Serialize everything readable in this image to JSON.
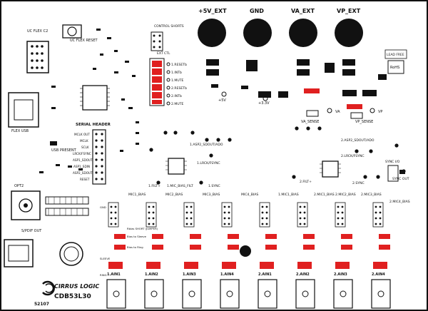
{
  "power": {
    "labels": [
      "+5V_EXT",
      "GND",
      "VA_EXT",
      "VP_EXT"
    ]
  },
  "left_labels": {
    "uc_flex": "UC FLEX C2",
    "uc_flex_reset": "UC FLEX RESET",
    "flex_usb": "FLEX USB",
    "usb_present": "USB PRESENT",
    "opt2": "OPT2",
    "spdif_out": "S/PDIF OUT",
    "serial_header": "SERIAL HEADER",
    "control_shorts": "CONTROL SHORTS",
    "ext_ctl": "EXT CTL"
  },
  "serial_header_pins": [
    "MCLK OUT",
    "MCLK",
    "SCLK",
    "LRCK/FSYNC",
    "ASP1_SDOUT",
    "ASP1_SDIN",
    "ASP2_SDOUT",
    "RESET"
  ],
  "test_points": [
    "1.RESETb",
    "1.INTb",
    "1.MUTE",
    "2.RESETb",
    "2.INTb",
    "2.MUTE"
  ],
  "mid_labels": {
    "lead_free": "LEAD FREE",
    "rohs": "RoHS",
    "va_sense": "VA_SENSE",
    "vp_sense": "VP_SENSE",
    "plus_5v": "+5V",
    "plus_3v3": "+3.3V",
    "vp": "VP",
    "va": "VA",
    "lrck_fsync_1": "1.LRCK/FSYNC",
    "lrck_fsync_2": "2.LRCK/FSYNC",
    "asp2_sdout_1": "1.ASP2_SDOUT/ADO",
    "asp2_sdout_2": "2.ASP2_SDOUT/ADO",
    "sync_io": "SYNC I/O",
    "sync_out": "SYNC OUT",
    "filt_1": "1.FILT+",
    "filt_2": "2.FILT+",
    "mic_bias_filt_1": "1.MIC_BIAS_FILT",
    "sync_1": "1.SYNC",
    "sync_2": "2.SYNC"
  },
  "bias_labels": [
    "MIC1_BIAS",
    "MIC2_BIAS",
    "MIC3_BIAS",
    "MIC4_BIAS",
    "1.MIC1_BIAS",
    "2.MIC1_BIAS",
    "2.MIC2_BIAS",
    "2.MIC3_BIAS",
    "2.MIC4_BIAS"
  ],
  "channel_labels": [
    "1.AIN1",
    "1.AIN2",
    "1.AIN3",
    "1.AIN4",
    "2.AIN1",
    "2.AIN2",
    "2.AIN3",
    "2.AIN4"
  ],
  "channel_notes": {
    "bias_to_sleeve": "Bias to Sleeve",
    "bias_to_ring": "Bias to Ring",
    "sleeve": "SLEEVE",
    "ring": "RING",
    "rbias_short": "Rbias SHORT (JUMPER)",
    "gnd": "GND"
  },
  "brand": {
    "logo_text": "CIRRUS LOGIC",
    "board_name": "CDB53L30",
    "serial": "52107"
  },
  "colors": {
    "board": "#ffffff",
    "ink": "#111111",
    "accent_red": "#e02020",
    "pad_gray": "#b8b8b8"
  }
}
